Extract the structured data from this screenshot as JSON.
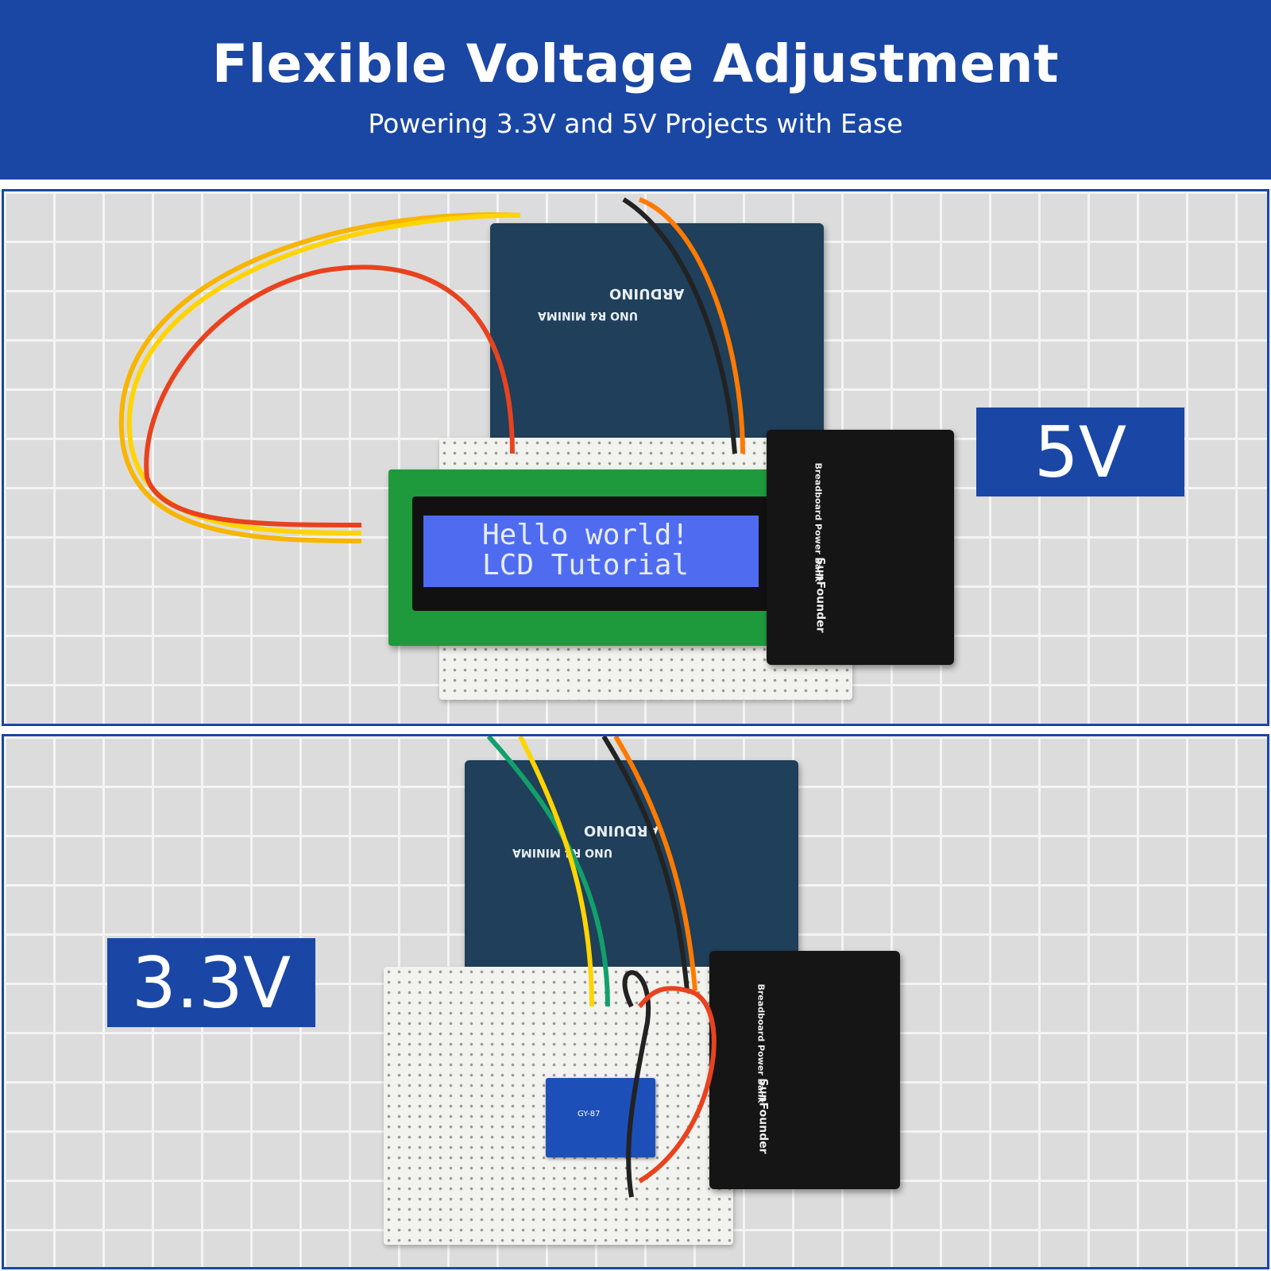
{
  "header": {
    "title": "Flexible Voltage Adjustment",
    "subtitle": "Powering 3.3V and 5V Projects with Ease",
    "background": "#1a47a3"
  },
  "panels": [
    {
      "badge": "5V",
      "board": {
        "brand": "ARDUINO",
        "model": "UNO R4 MINIMA"
      },
      "lcd": {
        "line1": "Hello world!",
        "line2": "LCD Tutorial"
      },
      "power_module": {
        "brand": "SunFounder",
        "name": "Breadboard Power Bank"
      }
    },
    {
      "badge": "3.3V",
      "board": {
        "brand": "ARDUINO",
        "model": "UNO R4 MINIMA"
      },
      "sensor": {
        "label": "GY-87"
      },
      "power_module": {
        "brand": "SunFounder",
        "name": "Breadboard Power Bank"
      }
    }
  ],
  "colors": {
    "accent": "#1a47a6",
    "lcd_screen": "#4f6cf0",
    "lcd_pcb": "#1e9a3c",
    "arduino": "#1f3f5a"
  }
}
